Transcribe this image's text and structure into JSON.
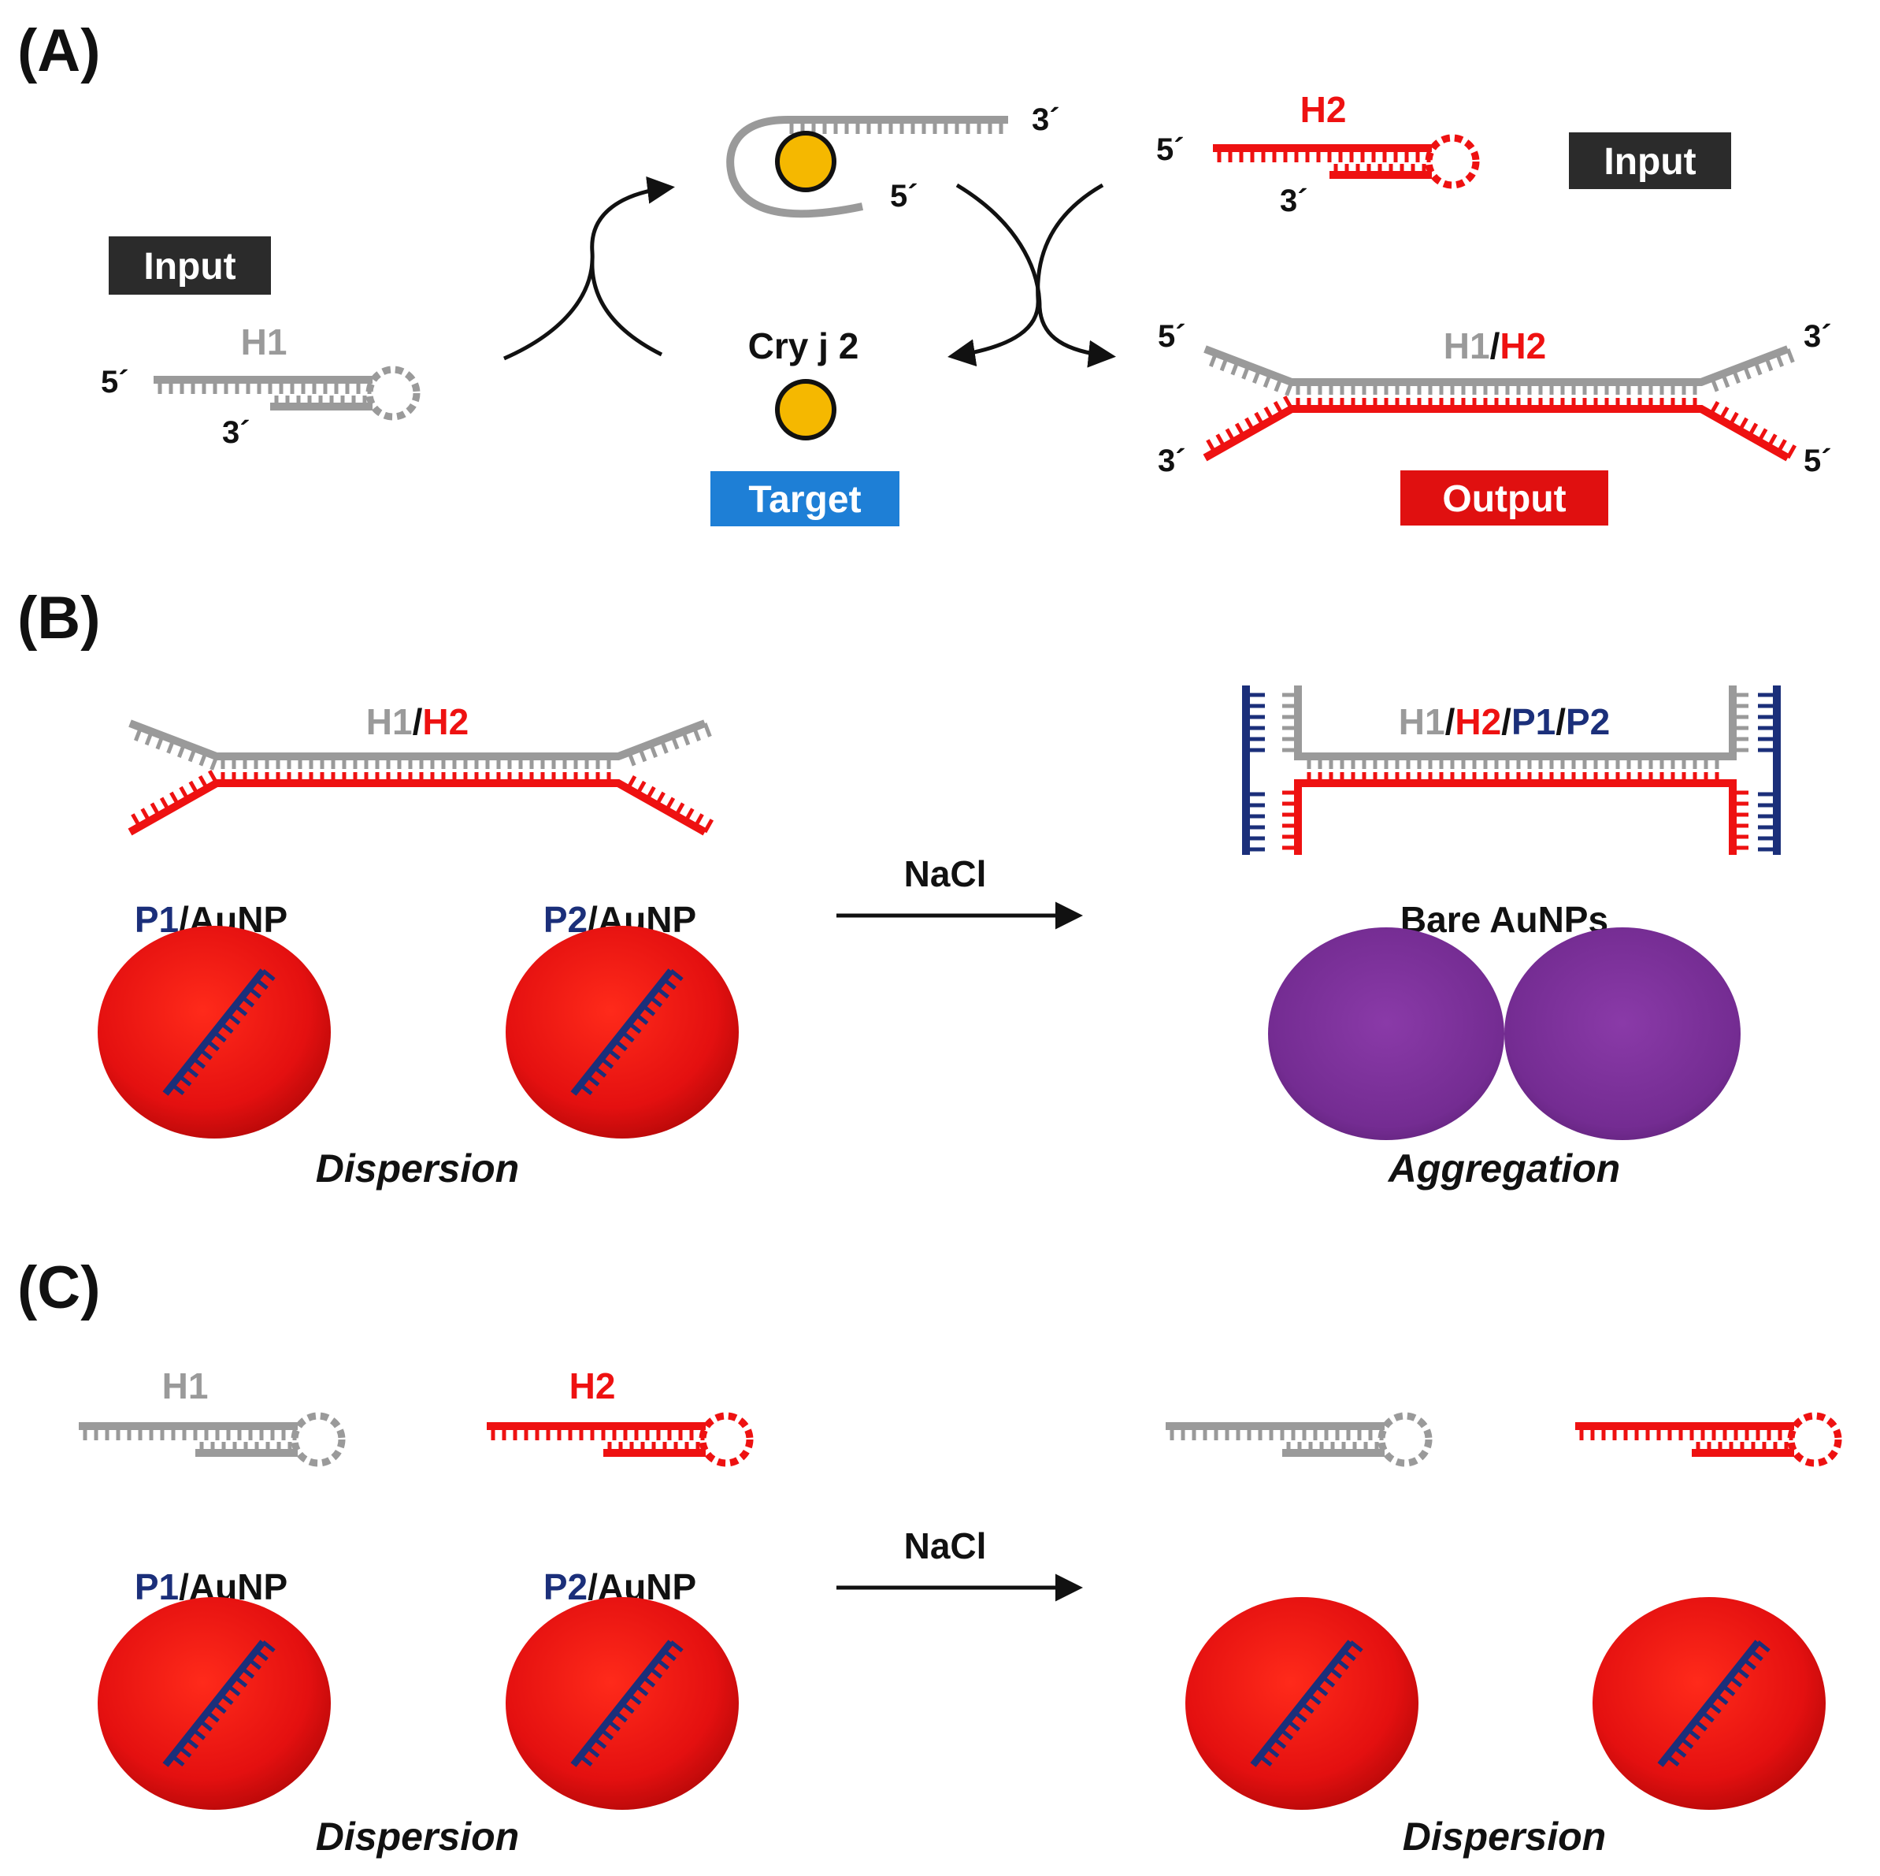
{
  "panels": {
    "a": {
      "label": "(A)",
      "input_left": "Input",
      "input_right": "Input",
      "target": "Target",
      "output": "Output",
      "target_name": "Cry j 2",
      "h1": "H1",
      "h2": "H2",
      "duplex_h1": "H1",
      "duplex_h2": "H2",
      "slash": "/",
      "five_prime": "5´",
      "three_prime": "3´"
    },
    "b": {
      "label": "(B)",
      "duplex_h1": "H1",
      "duplex_h2": "H2",
      "slash": "/",
      "complex_h1": "H1",
      "complex_h2": "H2",
      "complex_p1": "P1",
      "complex_p2": "P2",
      "p1": "P1",
      "p2": "P2",
      "auNP": "/AuNP",
      "nacl": "NaCl",
      "bare": "Bare AuNPs",
      "left_state": "Dispersion",
      "right_state": "Aggregation"
    },
    "c": {
      "label": "(C)",
      "h1": "H1",
      "h2": "H2",
      "p1": "P1",
      "p2": "P2",
      "auNP": "/AuNP",
      "nacl": "NaCl",
      "left_state": "Dispersion",
      "right_state": "Dispersion"
    }
  },
  "colors": {
    "h1_strand": "#9a9a9a",
    "h2_strand": "#ee1111",
    "probe_strand": "#1b2f7a",
    "target_protein": "#f5b800",
    "input_box": "#2b2b2b",
    "target_box": "#1e7fd6",
    "output_box": "#e01010",
    "dispersed_aunp": "#e81010",
    "aggregated_aunp": "#7b2e98"
  }
}
